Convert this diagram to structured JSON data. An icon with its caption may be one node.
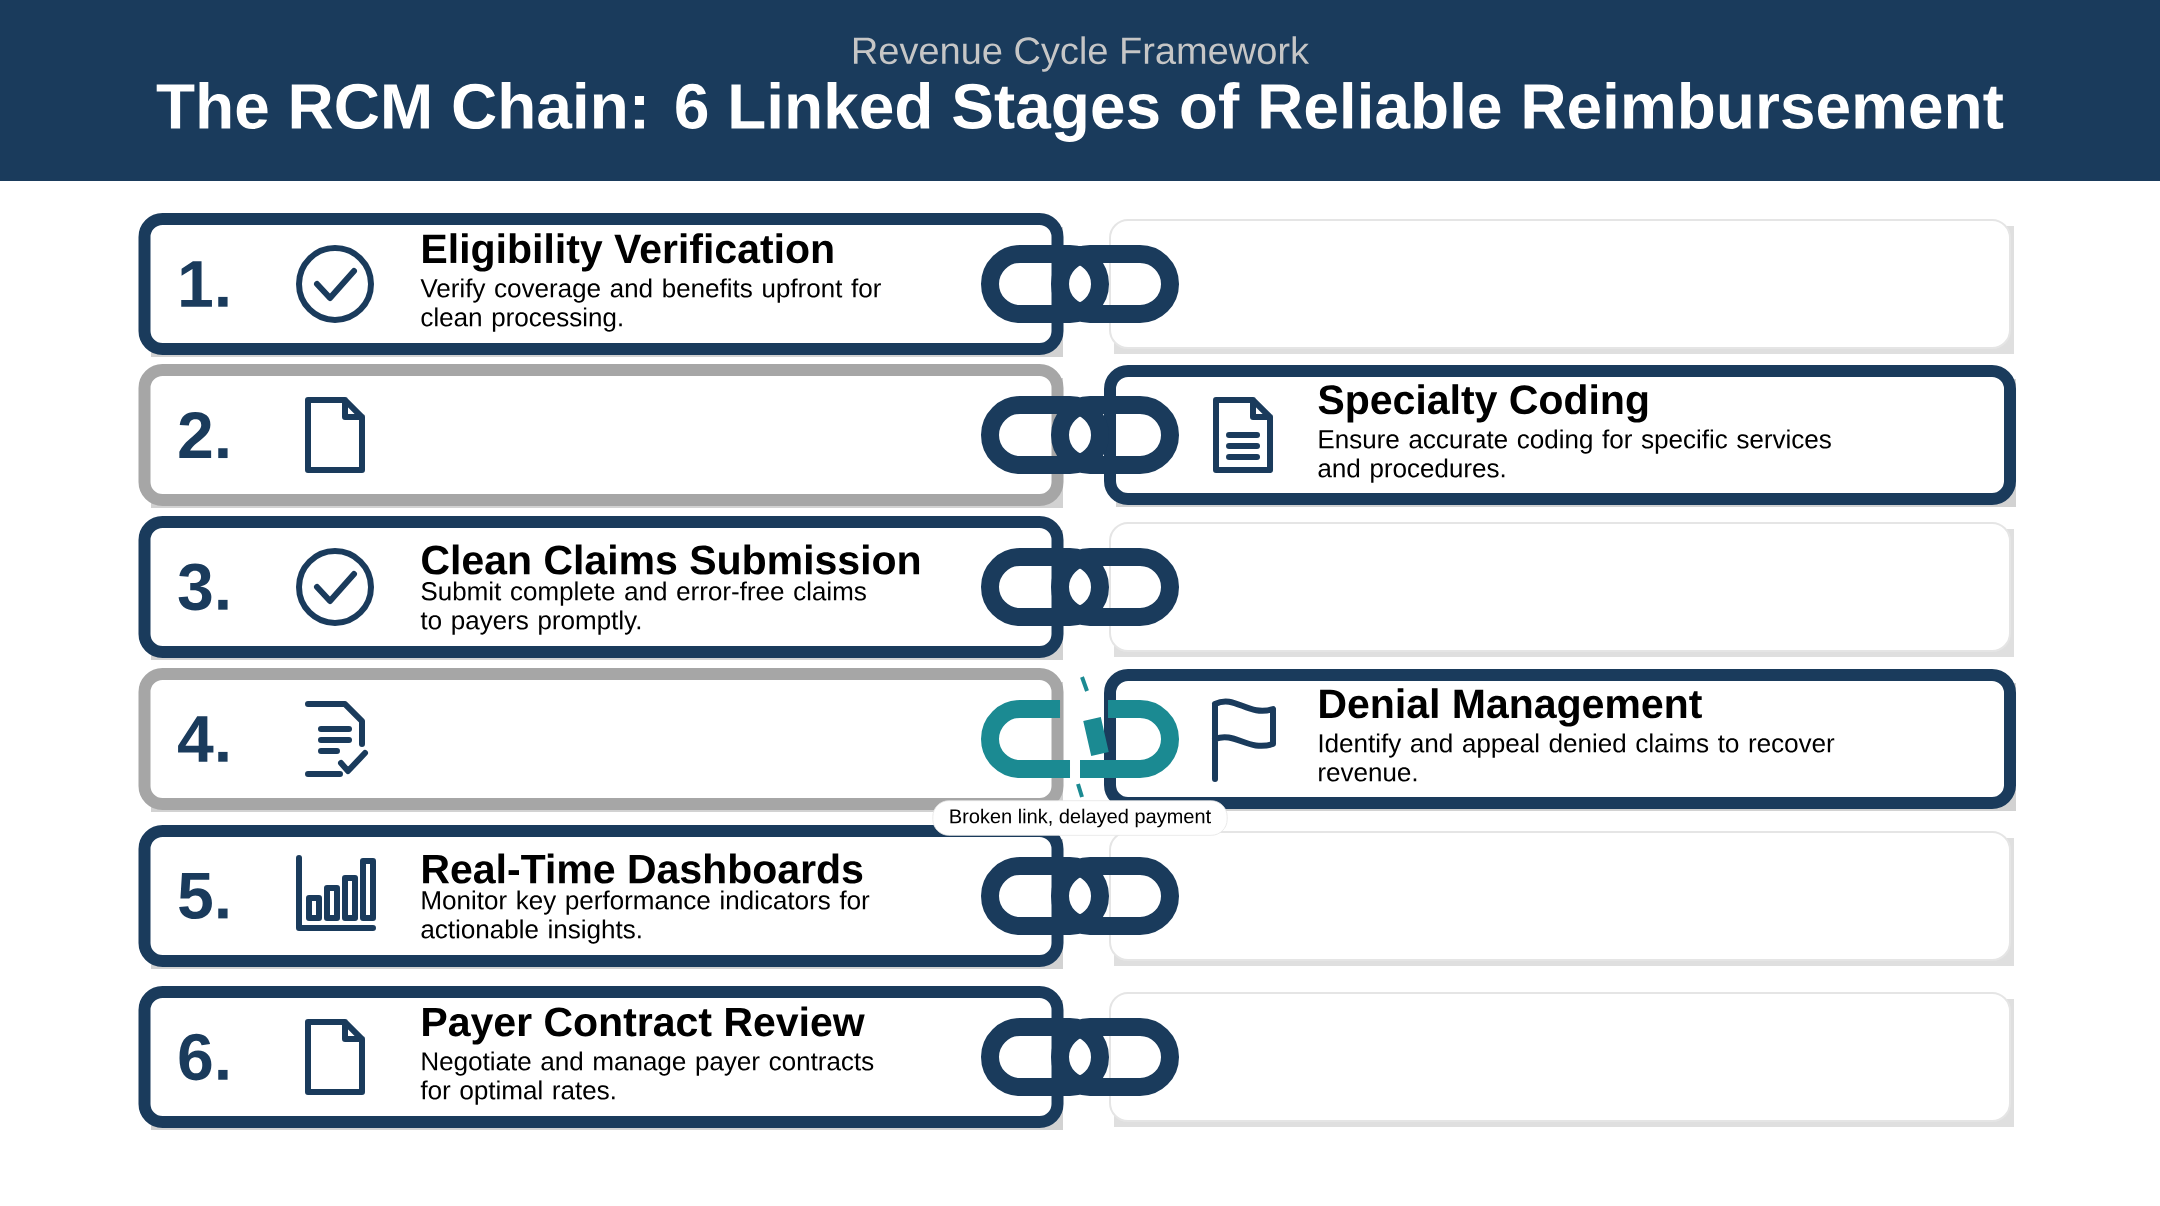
{
  "diagram": {
    "title": "The RCM Chain: 6 Linked Stages of Reliable Reimbursement",
    "nodes": [
      {
        "text": [
          "1.",
          "Eligibility Verification",
          "Verify coverage and benefits upfront for clean processing."
        ]
      },
      {
        "text": [],
        "shape": "box"
      },
      {
        "text": [
          "2."
        ]
      },
      {
        "text": [
          "Specialty Coding",
          "Ensure accurate coding for specific services and procedures."
        ]
      },
      {
        "text": [
          "3.",
          "Clean Claims Submission",
          "Submit complete and error-free claims to payers promptly."
        ]
      },
      {
        "text": [],
        "shape": "box"
      },
      {
        "text": [
          "4."
        ]
      },
      {
        "text": [
          "Denial Management",
          "Identify and appeal denied claims to recover revenue."
        ]
      },
      {
        "text": [
          "5.",
          "Real-Time Dashboards",
          "Monitor key performance indicators for actionable insights."
        ]
      },
      {
        "text": [],
        "shape": "box"
      },
      {
        "text": [
          "6.",
          "Payer Contract Review",
          "Negotiate and manage payer contracts for optimal rates."
        ]
      },
      {
        "text": [],
        "shape": "box"
      }
    ],
    "labels": [
      "Revenue Cycle Framework",
      "Broken link, delayed payment"
    ]
  }
}
